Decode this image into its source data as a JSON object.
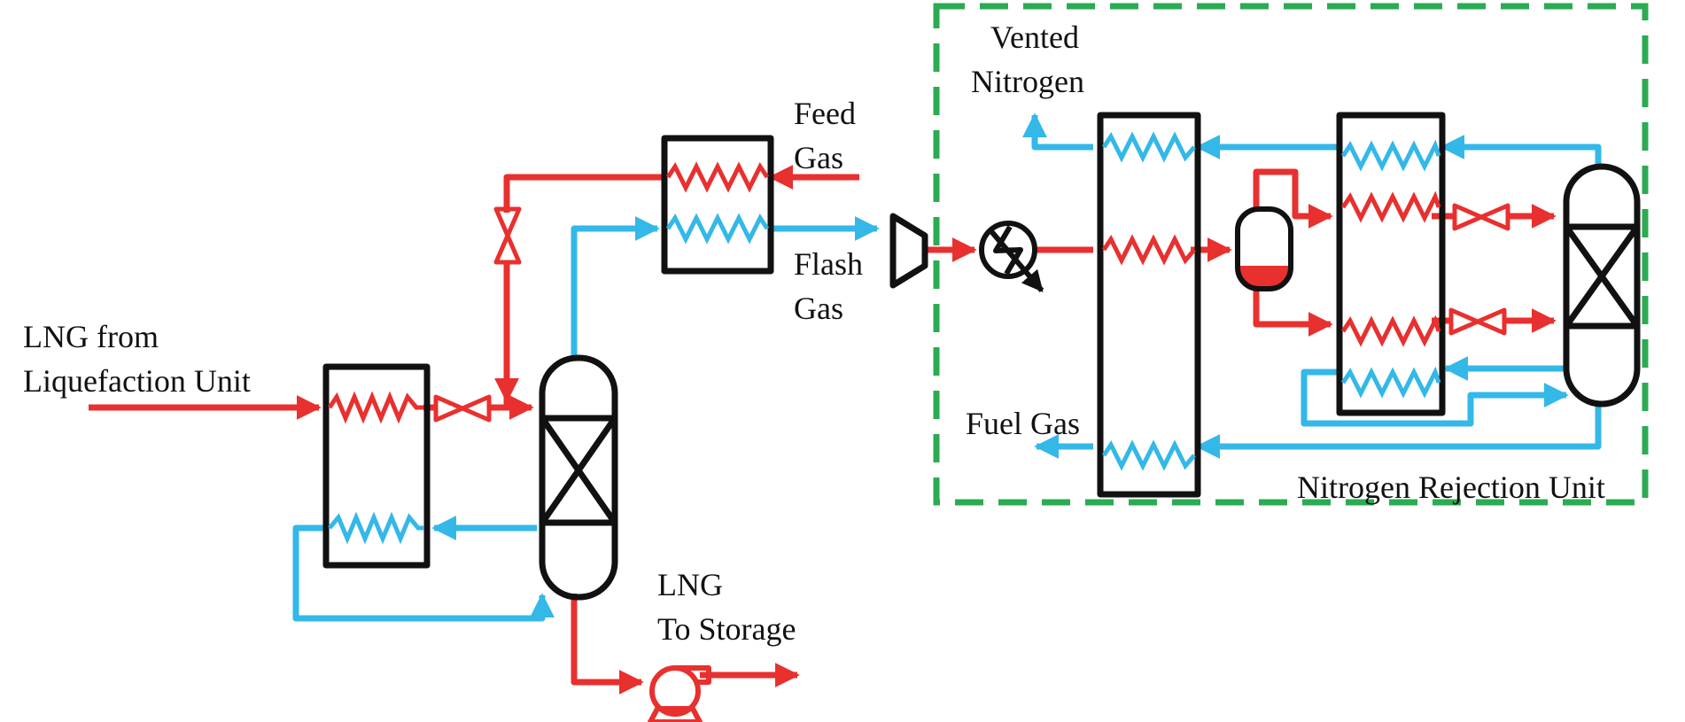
{
  "labels": {
    "lng_from_line1": "LNG from",
    "lng_from_line2": "Liquefaction Unit",
    "feed_gas_line1": "Feed",
    "feed_gas_line2": "Gas",
    "flash_gas_line1": "Flash",
    "flash_gas_line2": "Gas",
    "vented_line1": "Vented",
    "vented_line2": "Nitrogen",
    "fuel_gas": "Fuel Gas",
    "nru": "Nitrogen Rejection Unit",
    "lng_storage_line1": "LNG",
    "lng_storage_line2": "To Storage"
  },
  "colors": {
    "hot_stream": "#e8302f",
    "cold_stream": "#33b8e8",
    "equipment": "#111111",
    "nru_boundary": "#2bab52"
  }
}
